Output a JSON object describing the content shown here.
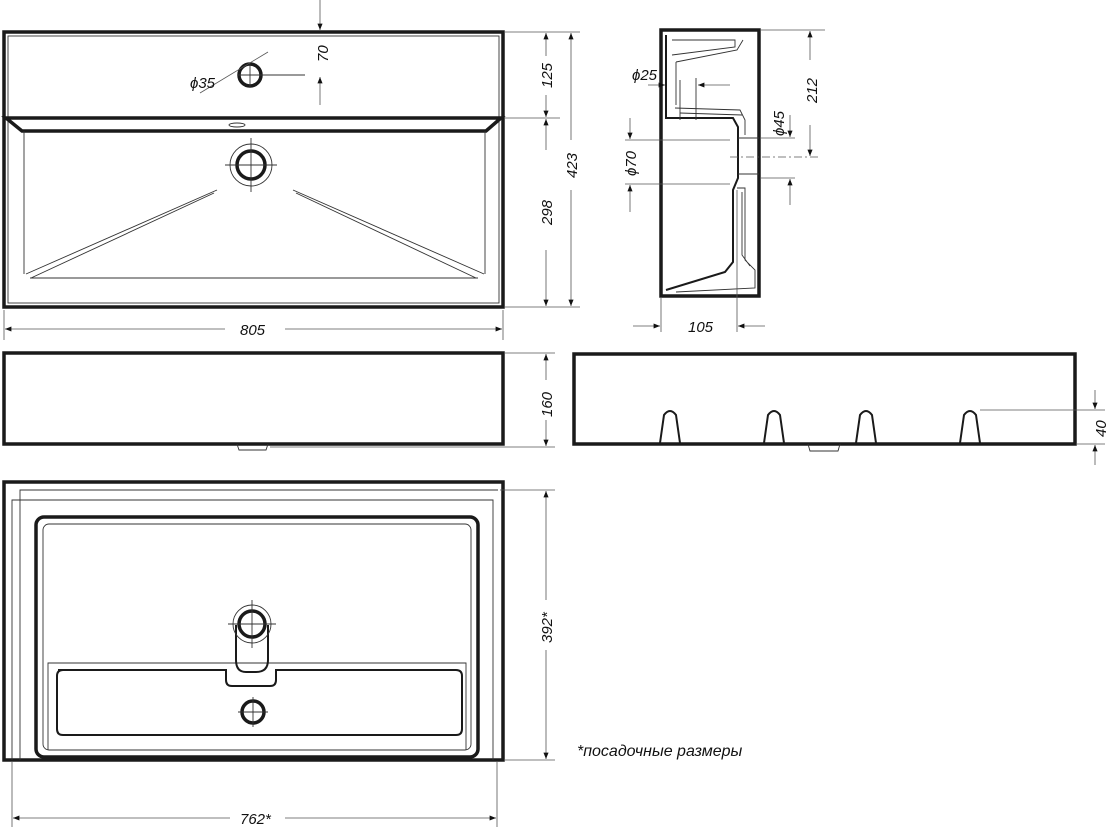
{
  "drawing": {
    "top_view": {
      "width": "805",
      "tap_hole": "ϕ35",
      "tap_offset": "70",
      "deck_depth": "125",
      "basin_depth": "298",
      "total_depth": "423"
    },
    "side_section": {
      "overflow": "ϕ25",
      "height_to_drain": "212",
      "drain_outlet": "ϕ45",
      "drain_bore": "ϕ70",
      "thickness": "105"
    },
    "front_view": {
      "height": "160"
    },
    "rear_view": {
      "bracket_height": "40"
    },
    "bottom_view": {
      "mount_depth": "392*",
      "mount_width": "762*",
      "note": "*посадочные размеры"
    }
  }
}
